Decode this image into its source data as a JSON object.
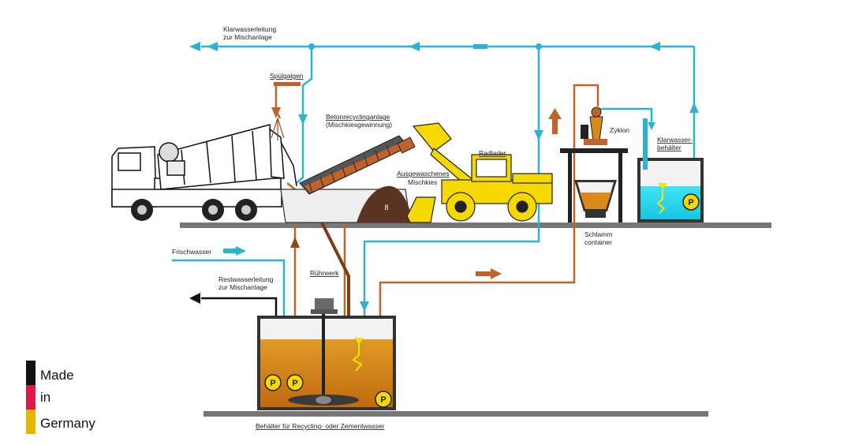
{
  "colors": {
    "clear_water": "#2bb3d6",
    "sludge": "#c0622a",
    "residual_water": "#1a1a1a",
    "machine_yellow": "#f4d800",
    "tank_liquid": "#d98a1a",
    "clear_tank_liquid": "#1ed3ee",
    "flag_black": "#111111",
    "flag_red": "#e0174a",
    "flag_gold": "#e8b400"
  },
  "labels": {
    "klarwasser_top_1": "Klarwasserleitung",
    "klarwasser_top_2": "zur Mischanlage",
    "spuelgalgen": "Spülgalgen",
    "beton_1": "Betonrecyclinganlage",
    "beton_2": "(Mischkiesgewinnung)",
    "radlader": "Radlader",
    "mischkies_1": "Ausgewaschenes",
    "mischkies_2": "Mischkies",
    "zyklon": "Zyklon",
    "klarbeh_1": "Klarwasser-",
    "klarbeh_2": "behälter",
    "schlamm_1": "Schlamm",
    "schlamm_2": "container",
    "frischwasser": "Frischwasser",
    "rest_1": "Restwasserleitung",
    "rest_2": "zur Mischanlage",
    "ruehrwerk": "Rührwerk",
    "behaelter": "Behälter für Recycling- oder Zementwasser",
    "pile_number": "8"
  },
  "pump_symbol": "P",
  "badge": {
    "line1": "Made",
    "line2": "in",
    "line3": "Germany"
  }
}
